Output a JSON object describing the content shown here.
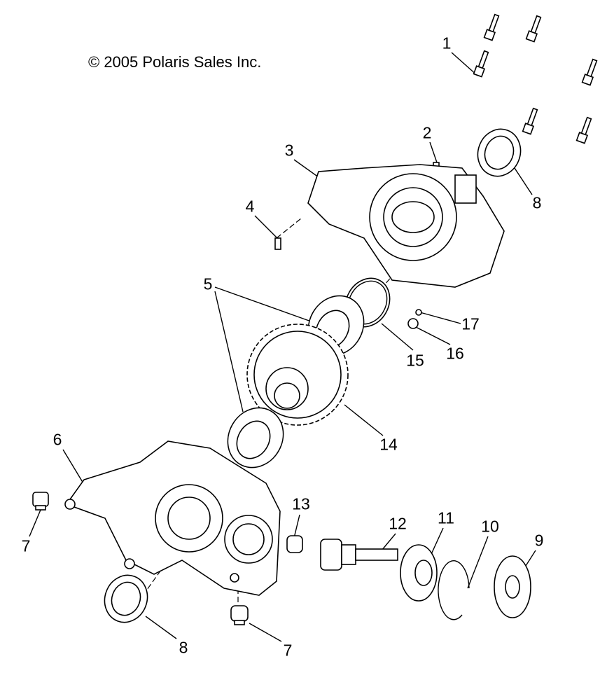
{
  "copyright": "© 2005 Polaris Sales Inc.",
  "callouts": {
    "c1": "1",
    "c2": "2",
    "c3": "3",
    "c4": "4",
    "c5": "5",
    "c6": "6",
    "c7a": "7",
    "c7b": "7",
    "c8a": "8",
    "c8b": "8",
    "c9": "9",
    "c10": "10",
    "c11": "11",
    "c12": "12",
    "c13": "13",
    "c14": "14",
    "c15": "15",
    "c16": "16",
    "c17": "17"
  }
}
